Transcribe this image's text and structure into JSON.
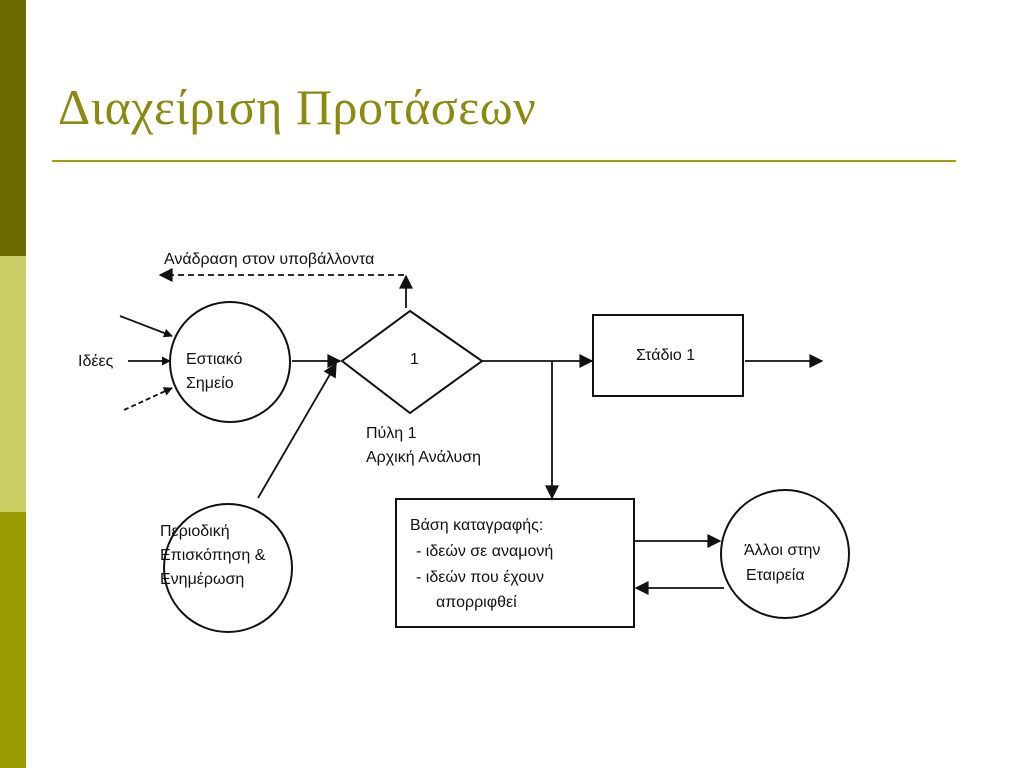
{
  "slide": {
    "title": "Διαχείριση Προτάσεων",
    "colors": {
      "sidebar_top": "#6b6b00",
      "sidebar_middle": "#cccc66",
      "sidebar_bottom": "#999900",
      "title": "#8a8a10",
      "rule": "#a0a000",
      "ink": "#111111"
    }
  },
  "diagram": {
    "feedback_label": "Ανάδραση στον υποβάλλοντα",
    "ideas_label": "Ιδέες",
    "focal_point": {
      "line1": "Εστιακό",
      "line2": "Σημείο"
    },
    "gate": {
      "number": "1",
      "label_line1": "Πύλη 1",
      "label_line2": "Αρχική Ανάλυση"
    },
    "stage": {
      "label": "Στάδιο 1"
    },
    "review": {
      "line1": "Περιοδική",
      "line2": "Επισκόπηση &",
      "line3": "Ενημέρωση"
    },
    "database": {
      "line1": "Βάση καταγραφής:",
      "line2": "- ιδεών σε αναμονή",
      "line3": "- ιδεών που έχουν",
      "line4": "απορριφθεί"
    },
    "others": {
      "line1": "Άλλοι στην",
      "line2": "Εταιρεία"
    }
  }
}
